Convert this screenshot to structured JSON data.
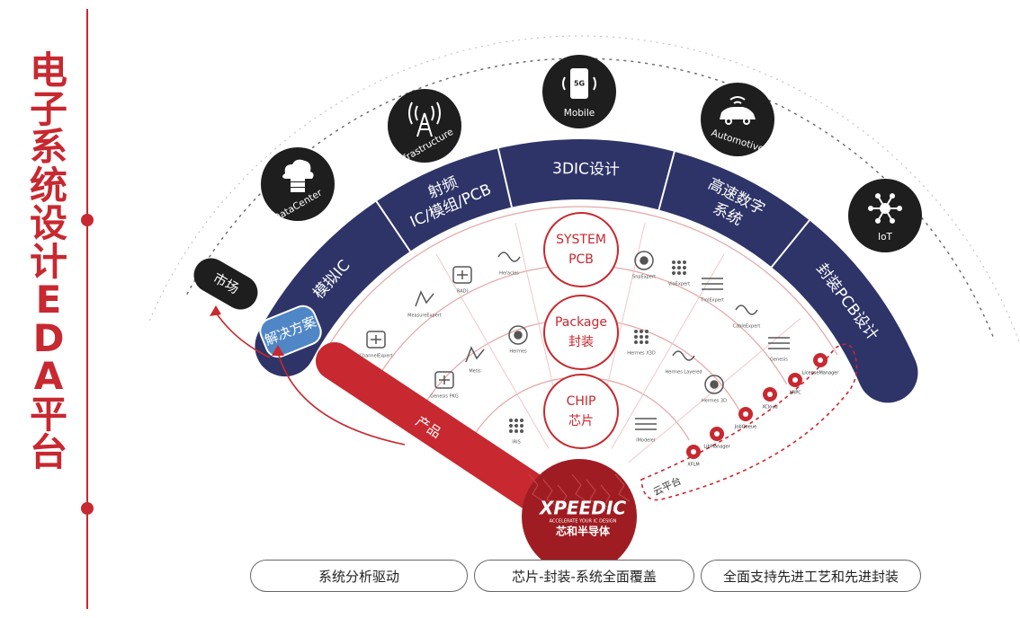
{
  "title_chars": [
    "电",
    "子",
    "系",
    "统",
    "设",
    "计",
    "E",
    "D",
    "A",
    "平",
    "台"
  ],
  "colors": {
    "accent": "#c8282f",
    "navy": "#2e3468",
    "blue": "#4f86c6",
    "dark": "#1e1e1e"
  },
  "scenarios": [
    {
      "label": "DataCenter",
      "icon": "server-cloud-icon"
    },
    {
      "label": "Infrastructure",
      "icon": "antenna-tower-icon"
    },
    {
      "label": "Mobile",
      "icon": "phone-5g-icon",
      "badge": "5G"
    },
    {
      "label": "Automotive",
      "icon": "car-wifi-icon"
    },
    {
      "label": "IoT",
      "icon": "network-hub-icon"
    }
  ],
  "market_label": "市场",
  "solution_label": "解决方案",
  "product_label": "产品",
  "solutions": [
    {
      "lines": [
        "模拟IC"
      ]
    },
    {
      "lines": [
        "射频",
        "IC/模组/PCB"
      ]
    },
    {
      "lines": [
        "3DIC设计"
      ]
    },
    {
      "lines": [
        "高速数字",
        "系统"
      ]
    },
    {
      "lines": [
        "封装PCB设计"
      ]
    }
  ],
  "levels": [
    {
      "lines": [
        "SYSTEM",
        "PCB"
      ]
    },
    {
      "lines": [
        "Package",
        "封装"
      ]
    },
    {
      "lines": [
        "CHIP",
        "芯片"
      ]
    }
  ],
  "products": [
    {
      "name": "Heracles",
      "icon": "wave-icon"
    },
    {
      "name": "RADI",
      "icon": "rf-logo-icon"
    },
    {
      "name": "SnpExpert",
      "icon": "snp-icon"
    },
    {
      "name": "ViaExpert",
      "icon": "via-dots-icon"
    },
    {
      "name": "TmlExpert",
      "icon": "tml-lines-icon"
    },
    {
      "name": "MeasureExpert",
      "icon": "gauge-icon"
    },
    {
      "name": "CableExpert",
      "icon": "cable-icon"
    },
    {
      "name": "ChannelExpert",
      "icon": "channel-icon"
    },
    {
      "name": "Hermes",
      "icon": "waveform-icon"
    },
    {
      "name": "Hermes X3D",
      "icon": "x3d-icon"
    },
    {
      "name": "Genesis",
      "icon": "genesis-icon"
    },
    {
      "name": "Metis",
      "icon": "chip-icon"
    },
    {
      "name": "Hermes Layered",
      "icon": "layered-icon"
    },
    {
      "name": "Genesis PKG",
      "icon": "grid-icon"
    },
    {
      "name": "Hermes 3D",
      "icon": "hermes3d-icon"
    },
    {
      "name": "iRIS",
      "icon": "iris-icon"
    },
    {
      "name": "iModeler",
      "icon": "imodeler-icon"
    }
  ],
  "cloud": {
    "label": "云平台",
    "items": [
      {
        "name": "XFLM",
        "icon": "xflm-icon"
      },
      {
        "name": "LibManager",
        "icon": "db-icon"
      },
      {
        "name": "JobQueue",
        "icon": "queue-icon"
      },
      {
        "name": "XCloud",
        "icon": "cloud-lock-icon"
      },
      {
        "name": "XRPC",
        "icon": "gauge-small-icon"
      },
      {
        "name": "LicenseManager",
        "icon": "license-icon"
      }
    ]
  },
  "brand": {
    "logo": "XPEEDIC",
    "tagline": "ACCELERATE YOUR IC DESIGN",
    "name_cn": "芯和半导体"
  },
  "bottom_pills": [
    "系统分析驱动",
    "芯片-封装-系统全面覆盖",
    "全面支持先进工艺和先进封装"
  ]
}
